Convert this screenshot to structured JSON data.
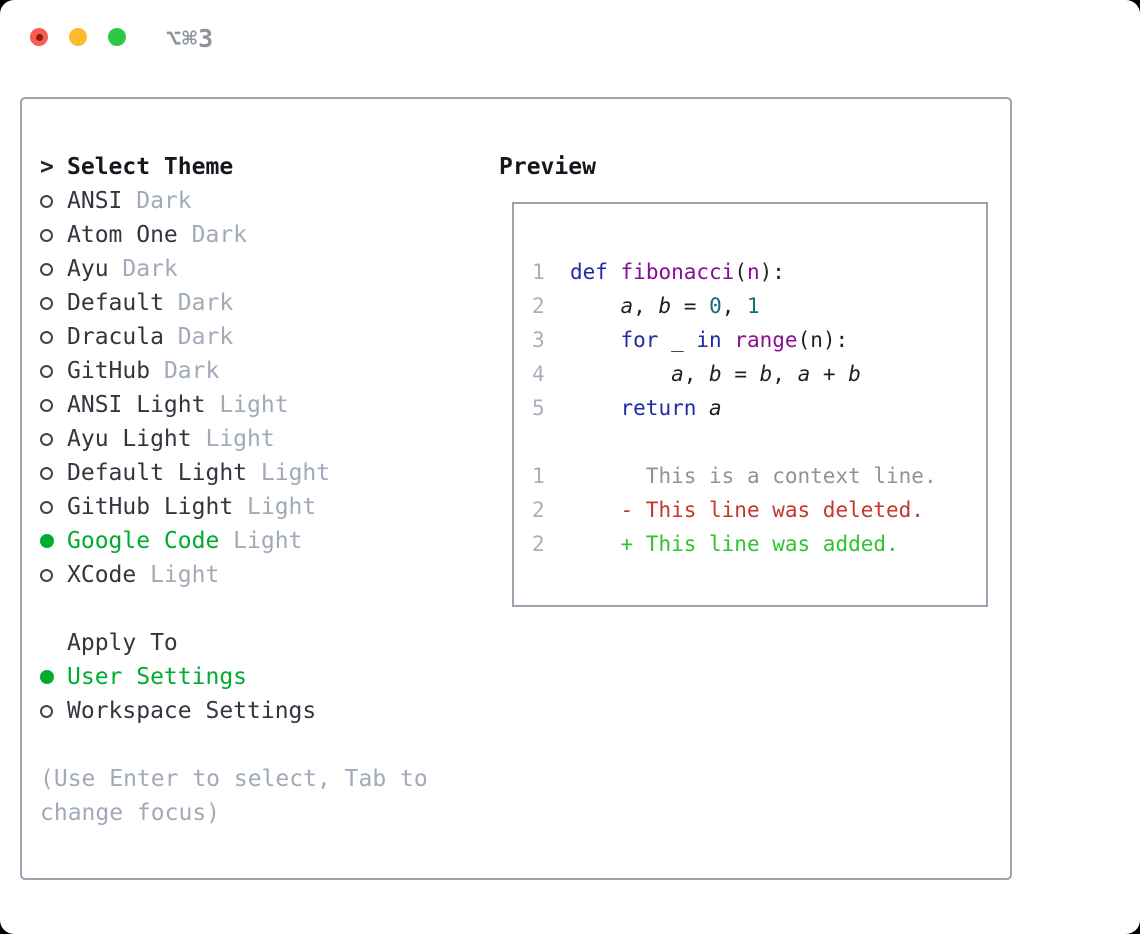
{
  "titlebar": {
    "shortcut": "⌥⌘3"
  },
  "theme_selector": {
    "prompt": ">",
    "title": "Select Theme",
    "items": [
      {
        "name": "ANSI",
        "variant": "Dark",
        "selected": false
      },
      {
        "name": "Atom One",
        "variant": "Dark",
        "selected": false
      },
      {
        "name": "Ayu",
        "variant": "Dark",
        "selected": false
      },
      {
        "name": "Default",
        "variant": "Dark",
        "selected": false
      },
      {
        "name": "Dracula",
        "variant": "Dark",
        "selected": false
      },
      {
        "name": "GitHub",
        "variant": "Dark",
        "selected": false
      },
      {
        "name": "ANSI Light",
        "variant": "Light",
        "selected": false
      },
      {
        "name": "Ayu Light",
        "variant": "Light",
        "selected": false
      },
      {
        "name": "Default Light",
        "variant": "Light",
        "selected": false
      },
      {
        "name": "GitHub Light",
        "variant": "Light",
        "selected": false
      },
      {
        "name": "Google Code",
        "variant": "Light",
        "selected": true
      },
      {
        "name": "XCode",
        "variant": "Light",
        "selected": false
      }
    ]
  },
  "apply_to": {
    "title": "Apply To",
    "options": [
      {
        "label": "User Settings",
        "selected": true
      },
      {
        "label": "Workspace Settings",
        "selected": false
      }
    ]
  },
  "hint_lines": [
    "(Use Enter to select, Tab to",
    "change focus)"
  ],
  "preview": {
    "title": "Preview",
    "lines": [
      {
        "tokens": [
          {
            "t": "1  ",
            "c": "line_number"
          },
          {
            "t": "def",
            "c": "keyword"
          },
          {
            "t": " ",
            "c": "plain"
          },
          {
            "t": "fibonacci",
            "c": "function"
          },
          {
            "t": "(",
            "c": "plain"
          },
          {
            "t": "n",
            "c": "function"
          },
          {
            "t": "):",
            "c": "plain"
          }
        ]
      },
      {
        "tokens": [
          {
            "t": "2  ",
            "c": "line_number"
          },
          {
            "t": "    ",
            "c": "plain"
          },
          {
            "t": "a",
            "c": "variable"
          },
          {
            "t": ", ",
            "c": "plain"
          },
          {
            "t": "b",
            "c": "variable"
          },
          {
            "t": " = ",
            "c": "plain"
          },
          {
            "t": "0",
            "c": "number"
          },
          {
            "t": ", ",
            "c": "plain"
          },
          {
            "t": "1",
            "c": "number"
          }
        ]
      },
      {
        "tokens": [
          {
            "t": "3  ",
            "c": "line_number"
          },
          {
            "t": "    ",
            "c": "plain"
          },
          {
            "t": "for",
            "c": "keyword"
          },
          {
            "t": " _ ",
            "c": "plain"
          },
          {
            "t": "in",
            "c": "keyword"
          },
          {
            "t": " ",
            "c": "plain"
          },
          {
            "t": "range",
            "c": "function"
          },
          {
            "t": "(n):",
            "c": "plain"
          }
        ]
      },
      {
        "tokens": [
          {
            "t": "4  ",
            "c": "line_number"
          },
          {
            "t": "        ",
            "c": "plain"
          },
          {
            "t": "a",
            "c": "variable"
          },
          {
            "t": ", ",
            "c": "plain"
          },
          {
            "t": "b",
            "c": "variable"
          },
          {
            "t": " = ",
            "c": "plain"
          },
          {
            "t": "b",
            "c": "variable"
          },
          {
            "t": ", ",
            "c": "plain"
          },
          {
            "t": "a",
            "c": "variable"
          },
          {
            "t": " + ",
            "c": "plain"
          },
          {
            "t": "b",
            "c": "variable"
          }
        ]
      },
      {
        "tokens": [
          {
            "t": "5  ",
            "c": "line_number"
          },
          {
            "t": "    ",
            "c": "plain"
          },
          {
            "t": "return",
            "c": "keyword"
          },
          {
            "t": " ",
            "c": "plain"
          },
          {
            "t": "a",
            "c": "variable"
          }
        ]
      },
      {
        "tokens": []
      },
      {
        "tokens": [
          {
            "t": "1  ",
            "c": "line_number"
          },
          {
            "t": "      This is a context line.",
            "c": "context"
          }
        ]
      },
      {
        "tokens": [
          {
            "t": "2  ",
            "c": "line_number"
          },
          {
            "t": "    - This line was deleted.",
            "c": "deleted"
          }
        ]
      },
      {
        "tokens": [
          {
            "t": "2  ",
            "c": "line_number"
          },
          {
            "t": "    + This line was added.",
            "c": "added"
          }
        ]
      }
    ]
  },
  "colors": {
    "keyword": "#1e2aa8",
    "function": "#8a0d96",
    "number": "#0e6f78",
    "plain": "#1d2127",
    "line_number": "#a8b0bc",
    "context": "#8e939b",
    "deleted": "#c5372b",
    "added": "#2ec42e",
    "selected_green": "#00ac2e",
    "muted_gray": "#a0aab8",
    "text_dark": "#32363e",
    "border_gray": "#9aa3ae",
    "traffic_red": "#f85d54",
    "traffic_yellow": "#fcbb2d",
    "traffic_green": "#2ec944"
  }
}
